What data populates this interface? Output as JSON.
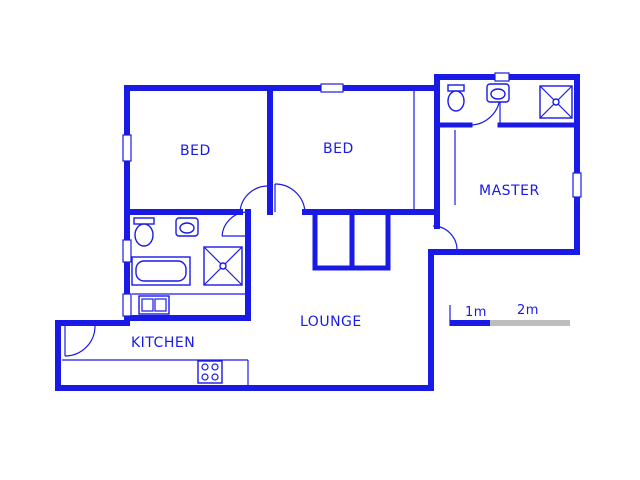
{
  "rooms": {
    "bed1": "BED",
    "bed2": "BED",
    "master": "MASTER",
    "lounge": "LOUNGE",
    "kitchen": "KITCHEN"
  },
  "scale": {
    "label_1": "1m",
    "label_2": "2m"
  },
  "colors": {
    "wall": "#1a1ae6",
    "scale_grey": "#bdbdbd",
    "background": "#ffffff"
  }
}
